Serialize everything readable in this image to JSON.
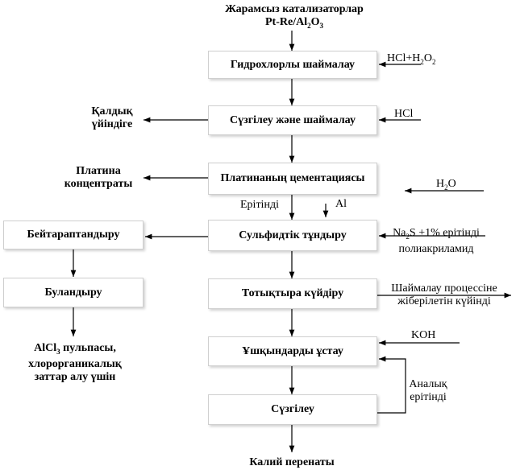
{
  "input": {
    "line1": "Жарамсыз катализаторлар",
    "line2_main": "Pt-Re/Al",
    "line2_sub1": "2",
    "line2_mid": "O",
    "line2_sub2": "3"
  },
  "steps": {
    "hydrochlor": "Гидрохлорлы шаймалау",
    "filter_wash": "Сүзгілеу және шаймалау",
    "cementation": "Платинаның цементациясы",
    "sulfide": "Сульфидтік тұндыру",
    "roasting": "Тотықтыра күйдіру",
    "capture": "Ұшқындарды ұстау",
    "filtration": "Сүзгілеу",
    "neutralize": "Бейтараптандыру",
    "evaporate": "Буландыру"
  },
  "reagents": {
    "hcl_h2o2_a": "HCl+H",
    "hcl_h2o2_s1": "2",
    "hcl_h2o2_b": "O",
    "hcl_h2o2_s2": "2",
    "hcl": "HCl",
    "h2o_a": "H",
    "h2o_s": "2",
    "h2o_b": "O",
    "na2s_a": "Na",
    "na2s_s": "2",
    "na2s_b": "S +1% ерітінді",
    "na2s_line2": "полиакриламид",
    "koh": "KOH",
    "al": "Al"
  },
  "labels": {
    "solution": "Ерітінді",
    "residue_line1": "Қалдық",
    "residue_line2": "үйіндіге",
    "pt_conc_line1": "Платина",
    "pt_conc_line2": "концентраты",
    "leach_return_line1": "Шаймалау процессіне",
    "leach_return_line2": "жіберілетін күйінді",
    "alkaline_line1": "Аналық",
    "alkaline_line2": "ерітінді",
    "alcl3_a": "AlCl",
    "alcl3_s": "3",
    "alcl3_b": " пульпасы,",
    "alcl3_line2": "хлорорганикалық",
    "alcl3_line3": "заттар алу үшін",
    "output": "Калий перенаты"
  }
}
